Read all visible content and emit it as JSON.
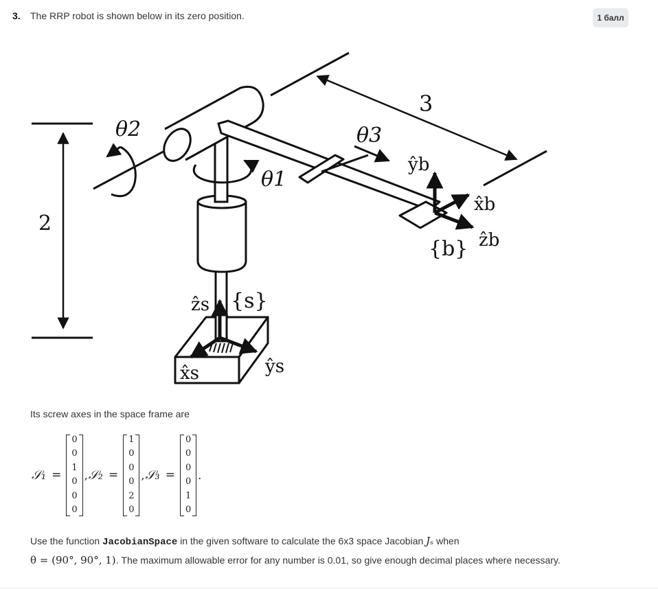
{
  "question": {
    "number": "3.",
    "text": "The RRP robot is shown below in its zero position.",
    "points_badge": "1 балл"
  },
  "figure": {
    "theta1": "θ1",
    "theta2": "θ2",
    "theta3": "θ3",
    "dim_height": "2",
    "dim_length": "3",
    "zb": "ẑb",
    "xb": "x̂b",
    "yb": "ŷb",
    "frame_b": "{b}",
    "zs": "ẑs",
    "xs": "x̂s",
    "ys": "ŷs",
    "frame_s": "{s}"
  },
  "screw_intro": "Its screw axes in the space frame are",
  "screws": {
    "s1_label": "𝒮₁",
    "s2_label": "𝒮₂",
    "s3_label": "𝒮₃",
    "equals": "=",
    "comma": ",",
    "period": ".",
    "s1": [
      "0",
      "0",
      "1",
      "0",
      "0",
      "0"
    ],
    "s2": [
      "1",
      "0",
      "0",
      "0",
      "2",
      "0"
    ],
    "s3": [
      "0",
      "0",
      "0",
      "0",
      "1",
      "0"
    ]
  },
  "instructions": {
    "part1": "Use the function",
    "function_name": "JacobianSpace",
    "part2": "in the given software to calculate the 6x3 space Jacobian",
    "jacobian_symbol": "Jₛ",
    "part3": "when",
    "theta_expr": "θ = (90°, 90°, 1)",
    "part4": ". The maximum allowable error for any number is 0.01, so give enough decimal places where necessary."
  }
}
